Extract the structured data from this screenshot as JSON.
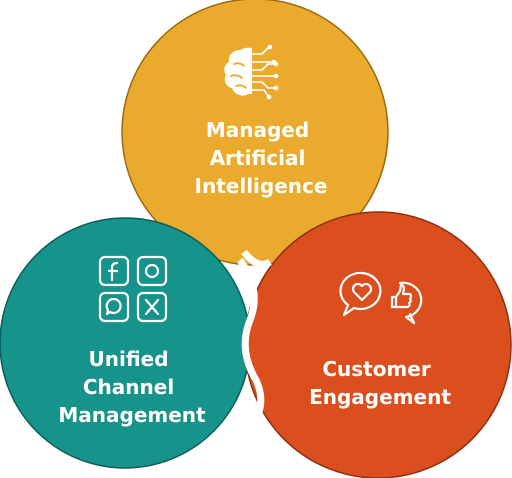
{
  "circles": [
    {
      "key": "ai",
      "lines": [
        "Managed",
        "Artificial",
        "Intelligence"
      ],
      "color": "#EAAA2D",
      "border": "#9A6B0F",
      "icon": "brain-circuit-icon"
    },
    {
      "key": "unified",
      "lines": [
        "Unified",
        "Channel",
        "Management"
      ],
      "color": "#16938A",
      "border": "#0B5E57",
      "icon": "social-channels-icon"
    },
    {
      "key": "customer",
      "lines": [
        "Customer",
        "Engagement"
      ],
      "color": "#DB4E1E",
      "border": "#8E2F0F",
      "icon": "chat-bubbles-icon"
    }
  ],
  "social_icons": [
    "f",
    "O",
    "D",
    "X"
  ]
}
